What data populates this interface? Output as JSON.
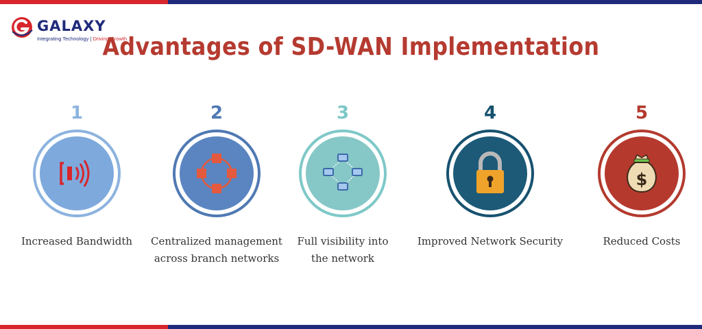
{
  "brand": {
    "name": "GALAXY",
    "tagline_left": "Integrating Technology |",
    "tagline_right": "Driving Growth"
  },
  "title": "Advantages of SD-WAN Implementation",
  "colors": {
    "red": "#d7262c",
    "navy": "#1f2b7a",
    "title": "#b53a30"
  },
  "items": [
    {
      "number": "1",
      "label": "Increased Bandwidth",
      "icon": "signal-waves-icon",
      "color": "#8db3df",
      "fill": "#7ea9dd"
    },
    {
      "number": "2",
      "label": "Centralized management across branch networks",
      "icon": "network-nodes-icon",
      "color": "#4f79b3",
      "fill": "#5a85c1"
    },
    {
      "number": "3",
      "label": "Full visibility into the network",
      "icon": "network-diagram-icon",
      "color": "#7ec8c8",
      "fill": "#86c7c7"
    },
    {
      "number": "4",
      "label": "Improved Network Security",
      "icon": "padlock-icon",
      "color": "#17526f",
      "fill": "#1c5a78"
    },
    {
      "number": "5",
      "label": "Reduced Costs",
      "icon": "money-bag-icon",
      "color": "#b33a2e",
      "fill": "#b6392e"
    }
  ]
}
